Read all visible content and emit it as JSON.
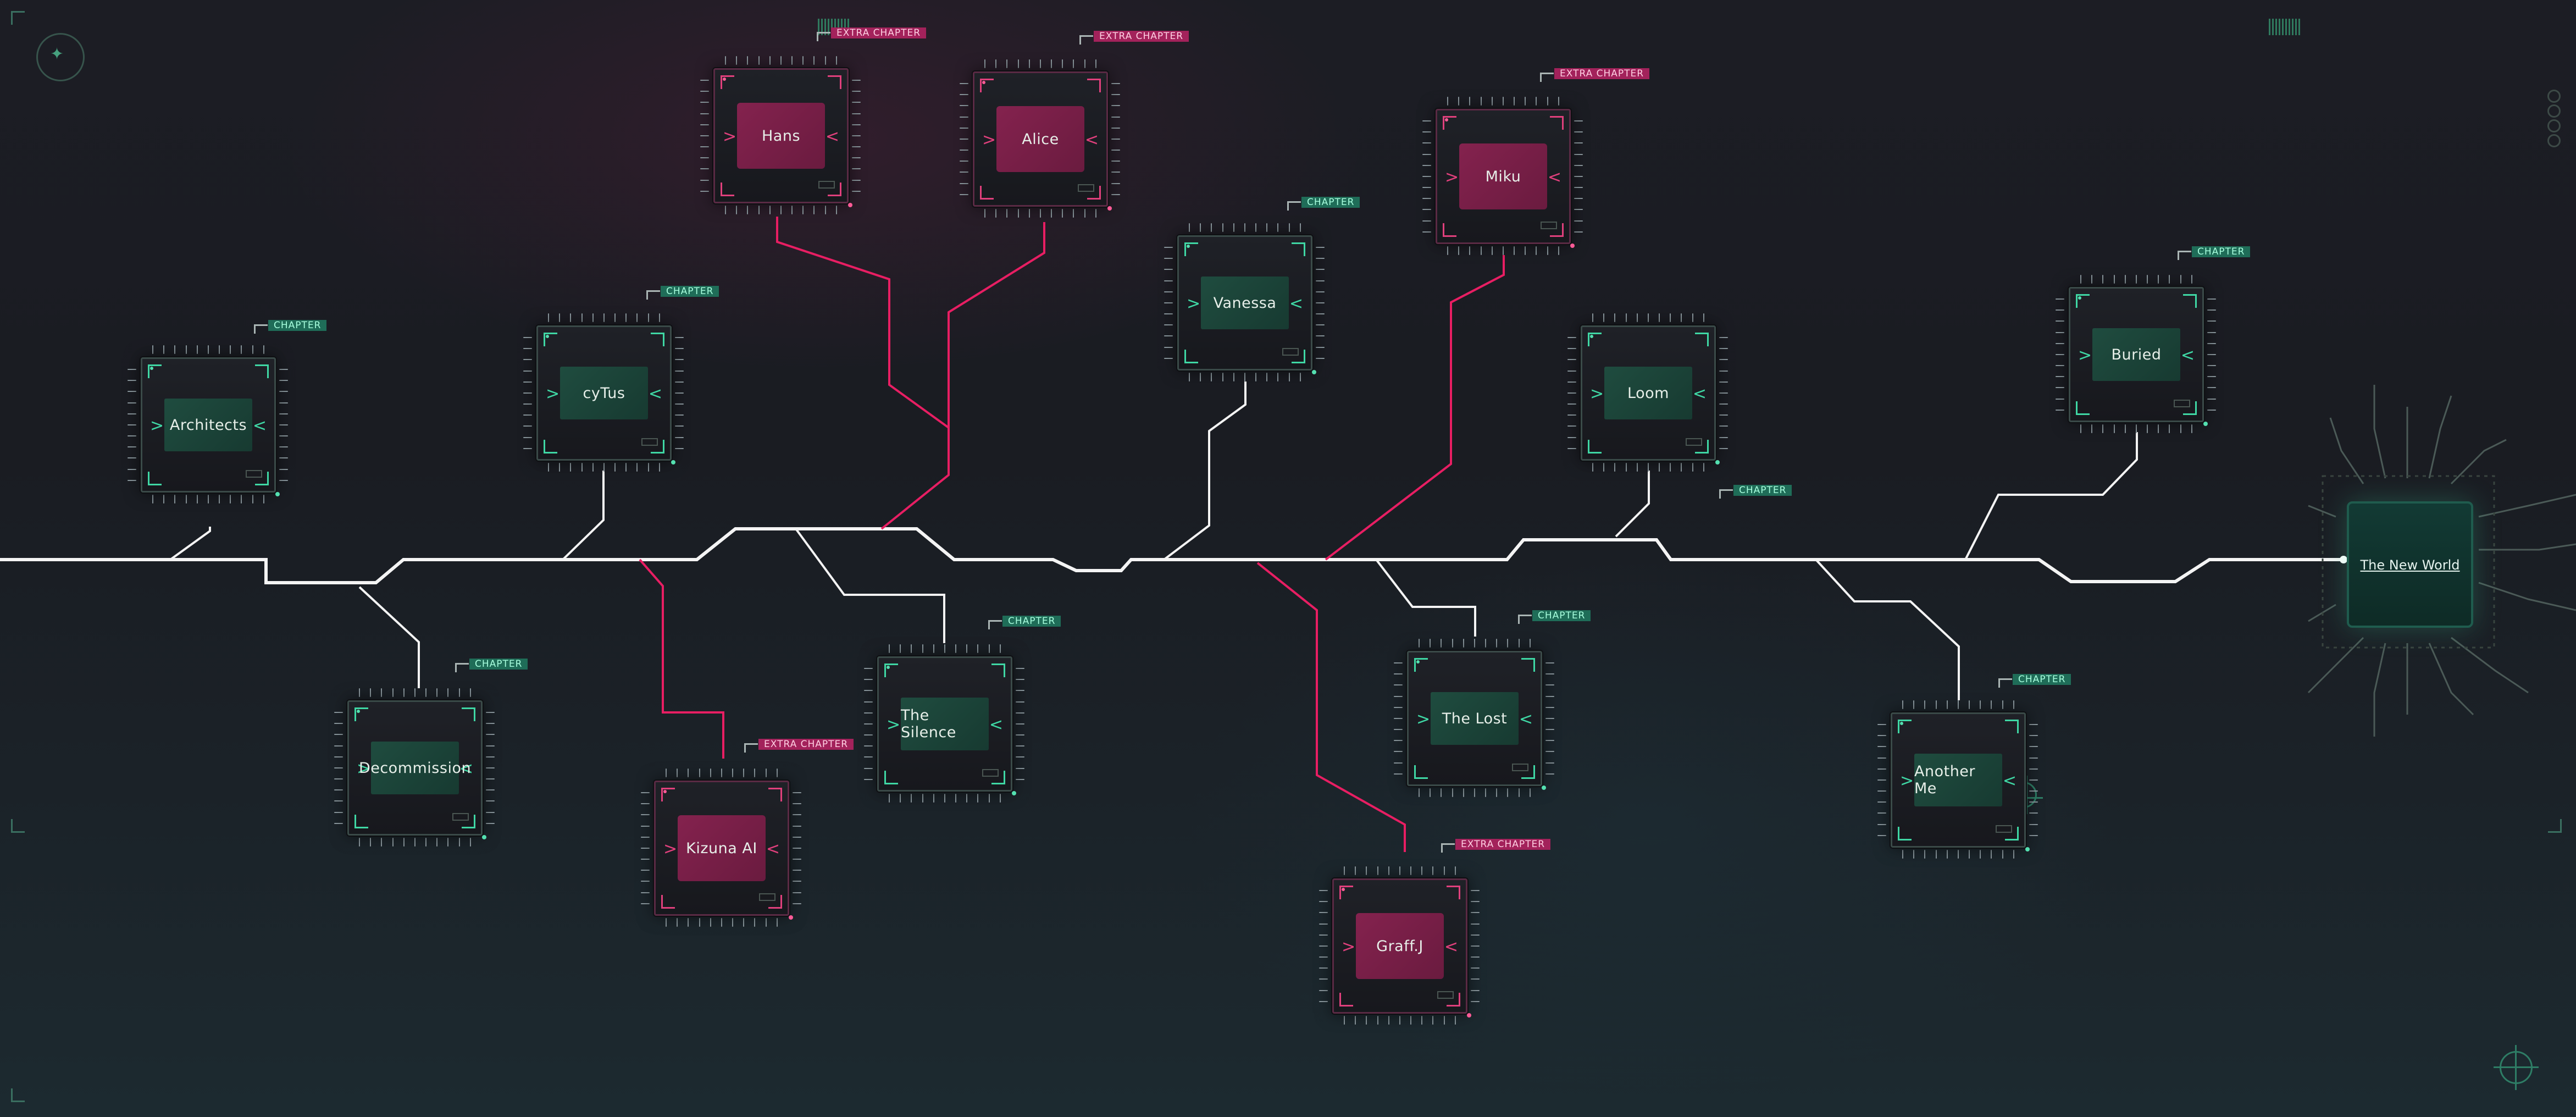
{
  "colors": {
    "chapter": "#3fd7a4",
    "extra": "#e0407c",
    "main_line": "#ffffff",
    "bg": "#1c1d24"
  },
  "tags": {
    "chapter": "CHAPTER",
    "extra": "EXTRA CHAPTER"
  },
  "nodes": [
    {
      "id": "architects",
      "name": "Architects",
      "kind": "chapter"
    },
    {
      "id": "cytus",
      "name": "cyTus",
      "kind": "chapter"
    },
    {
      "id": "hans",
      "name": "Hans",
      "kind": "extra"
    },
    {
      "id": "alice",
      "name": "Alice",
      "kind": "extra"
    },
    {
      "id": "vanessa",
      "name": "Vanessa",
      "kind": "chapter"
    },
    {
      "id": "miku",
      "name": "Miku",
      "kind": "extra"
    },
    {
      "id": "loom",
      "name": "Loom",
      "kind": "chapter"
    },
    {
      "id": "buried",
      "name": "Buried",
      "kind": "chapter"
    },
    {
      "id": "decommission",
      "name": "Decommission",
      "kind": "chapter"
    },
    {
      "id": "kizuna",
      "name": "Kizuna AI",
      "kind": "extra"
    },
    {
      "id": "silence",
      "name": "The Silence",
      "kind": "chapter"
    },
    {
      "id": "lost",
      "name": "The Lost",
      "kind": "chapter"
    },
    {
      "id": "graff",
      "name": "Graff.J",
      "kind": "extra"
    },
    {
      "id": "anotherme",
      "name": "Another Me",
      "kind": "chapter"
    }
  ],
  "final": {
    "name": "The New World",
    "icon": "chip-icon"
  },
  "icons": {
    "emblem": "compass-star-icon",
    "reticle": "crosshair-icon"
  }
}
